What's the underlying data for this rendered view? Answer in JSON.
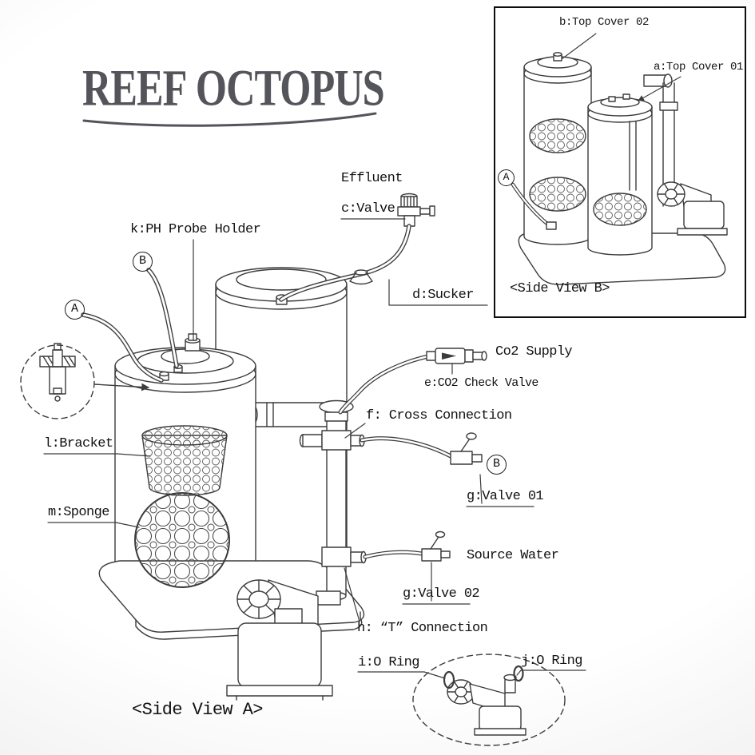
{
  "logo": {
    "part1": "REEF",
    "part2": "OCTOPUS"
  },
  "main_view": {
    "caption": "<Side View A>",
    "labels": {
      "effluent": "Effluent",
      "valve_c": "c:Valve",
      "ph_probe_holder": "k:PH Probe Holder",
      "sucker": "d:Sucker",
      "co2_supply": "Co2 Supply",
      "co2_check_valve": "e:CO2 Check Valve",
      "cross_connection": "f: Cross Connection",
      "valve_g1": "g:Valve 01",
      "source_water": "Source Water",
      "valve_g2": "g:Valve 02",
      "t_connection": "h: “T” Connection",
      "o_ring_i": "i:O Ring",
      "o_ring_j": "j:O Ring",
      "bracket": "l:Bracket",
      "sponge": "m:Sponge"
    },
    "callouts": {
      "a": "A",
      "b": "B",
      "b2": "B"
    }
  },
  "inset_view": {
    "caption": "<Side View B>",
    "labels": {
      "top_cover_02": "b:Top Cover 02",
      "top_cover_01": "a:Top Cover 01"
    },
    "callouts": {
      "a": "A"
    }
  },
  "colors": {
    "line": "#3c3c3c",
    "text": "#121212",
    "logo": "#54545b"
  }
}
